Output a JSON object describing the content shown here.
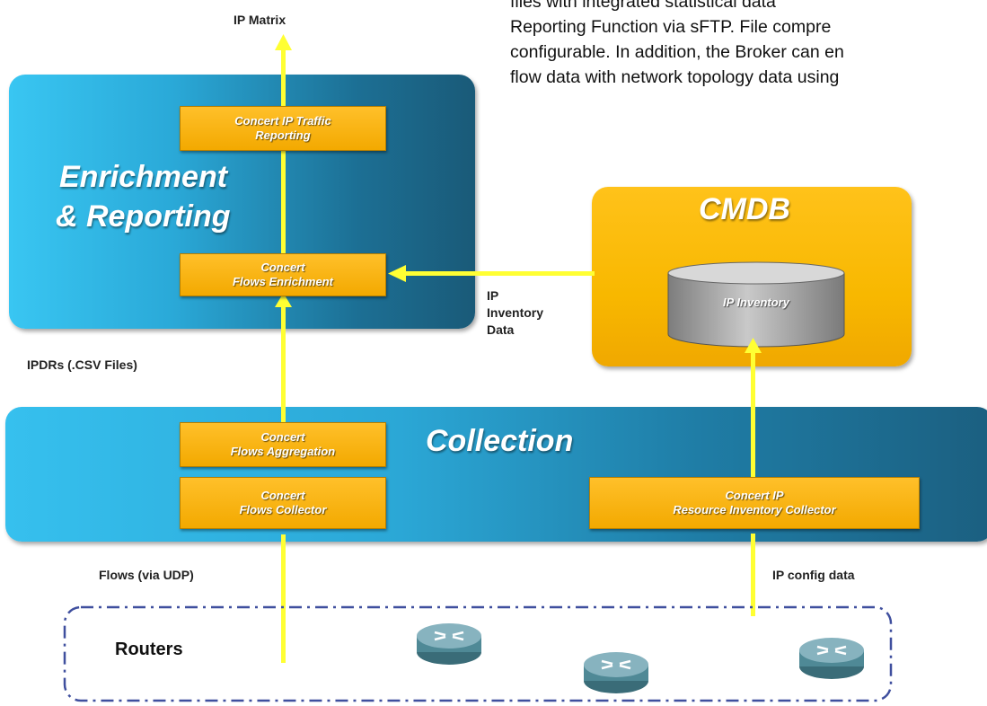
{
  "paragraph": {
    "lines": [
      "files   with   integrated   statistical   data",
      "Reporting Function via sFTP. File compre",
      "configurable. In addition, the Broker can en",
      "flow data with network topology data using"
    ]
  },
  "labels": {
    "ip_matrix": "IP Matrix",
    "ipdrs": "IPDRs (.CSV Files)",
    "ip_inventory_data_1": "IP",
    "ip_inventory_data_2": "Inventory",
    "ip_inventory_data_3": "Data",
    "flows_udp": "Flows (via UDP)",
    "ip_config": "IP config data",
    "routers": "Routers"
  },
  "panels": {
    "enrichment_title_1": "Enrichment",
    "enrichment_title_2": "& Reporting",
    "collection_title": "Collection",
    "cmdb_title": "CMDB"
  },
  "boxes": {
    "traffic_reporting": [
      "Concert IP Traffic",
      "Reporting"
    ],
    "flows_enrichment": [
      "Concert",
      "Flows Enrichment"
    ],
    "flows_aggregation": [
      "Concert",
      "Flows Aggregation"
    ],
    "flows_collector": [
      "Concert",
      "Flows Collector"
    ],
    "resource_collector": [
      "Concert IP",
      "Resource Inventory Collector"
    ],
    "ip_inventory": "IP Inventory"
  },
  "colors": {
    "arrow": "#ffff33",
    "box_fill": "#f3a900",
    "panel_blue": "#2aa9d8",
    "dashed_border": "#3f4f9e"
  }
}
